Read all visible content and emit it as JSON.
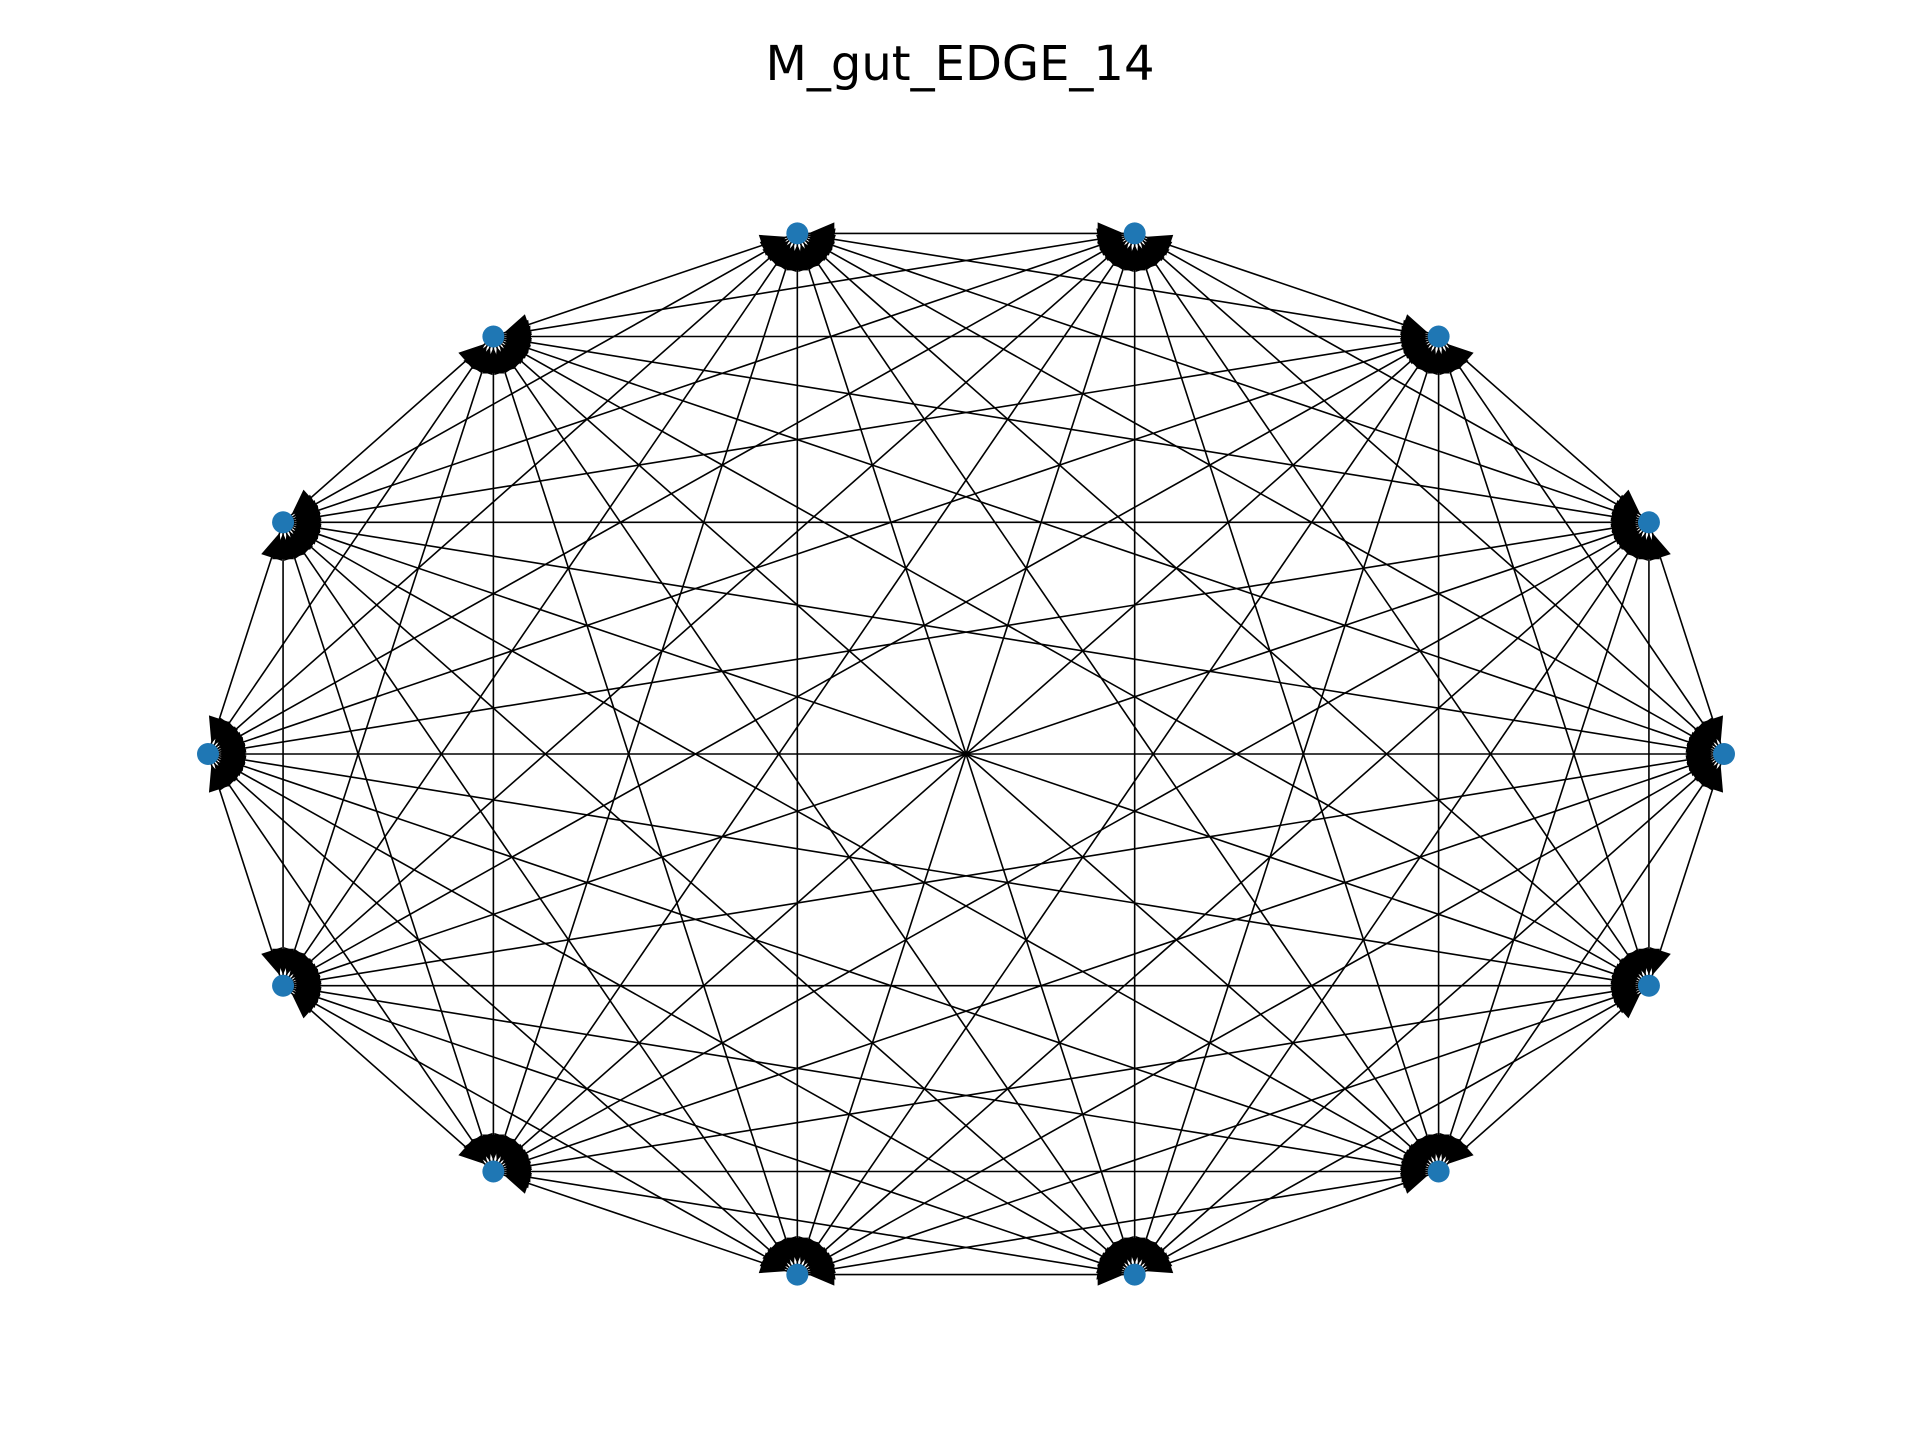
{
  "figure": {
    "title": "M_gut_EDGE_14"
  },
  "graph": {
    "type": "complete-directed-graph",
    "layout": "circular",
    "node_count": 14,
    "edges": "all-pairs",
    "node_color": "#1f77b4",
    "edge_color": "#000000",
    "arrow_color": "#000000"
  }
}
